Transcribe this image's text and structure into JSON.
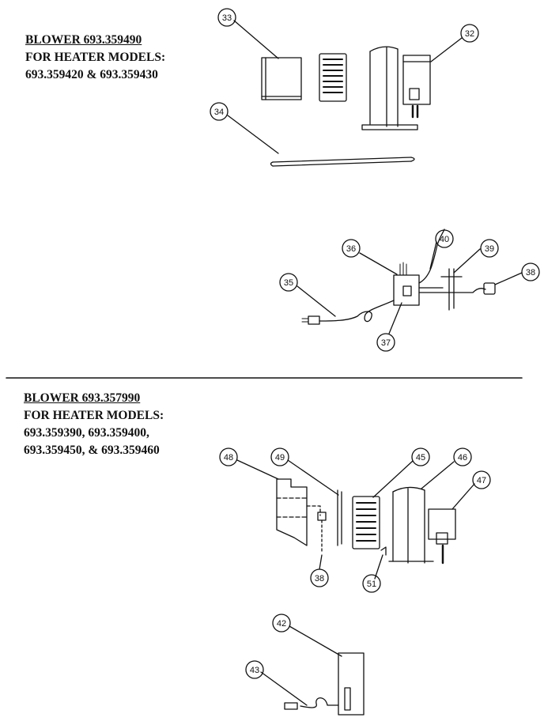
{
  "section_top": {
    "title": "BLOWER 693.359490",
    "line2": "FOR HEATER MODELS:",
    "line3": "693.359420 & 693.359430"
  },
  "section_bottom": {
    "title": "BLOWER 693.357990",
    "line2": "FOR HEATER MODELS:",
    "line3": "693.359390, 693.359400,",
    "line4": "693.359450, & 693.359460"
  },
  "callouts": {
    "c33": "33",
    "c32": "32",
    "c34": "34",
    "c36": "36",
    "c40": "40",
    "c39": "39",
    "c38a": "38",
    "c35": "35",
    "c37": "37",
    "c48": "48",
    "c49": "49",
    "c45": "45",
    "c46": "46",
    "c47": "47",
    "c38b": "38",
    "c51": "51",
    "c42": "42",
    "c43": "43"
  }
}
